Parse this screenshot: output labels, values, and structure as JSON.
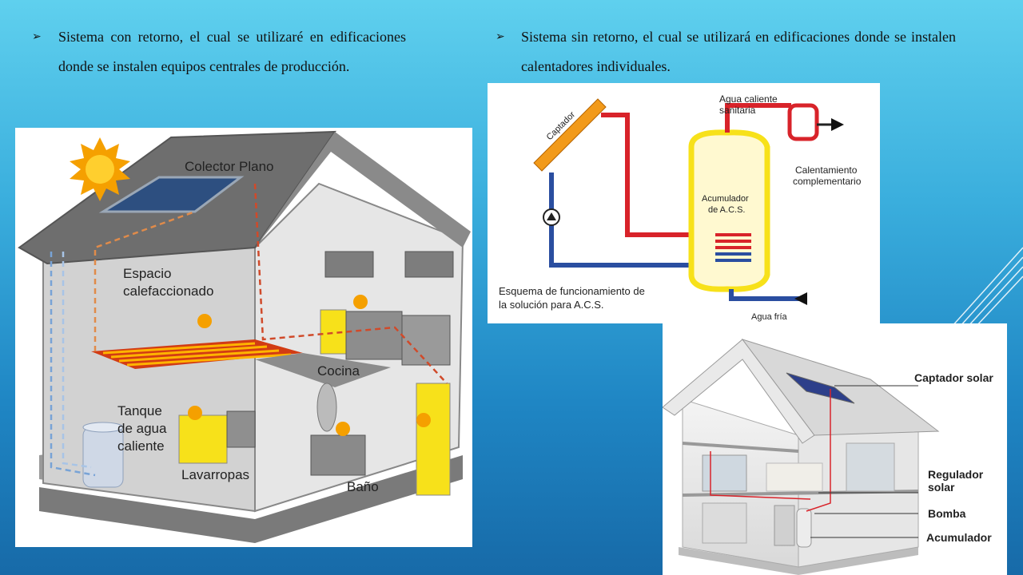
{
  "bullets": [
    {
      "mark": "➢",
      "text": "Sistema con retorno, el cual se utilizaré en edificaciones donde se instalen equipos centrales de producción."
    },
    {
      "mark": "➢",
      "text": "Sistema sin retorno, el cual se utilizará en edificaciones donde se instalen calentadores individuales."
    }
  ],
  "house_diagram": {
    "labels": {
      "collector": "Colector Plano",
      "space1": "Espacio",
      "space2": "calefaccionado",
      "kitchen": "Cocina",
      "tank1": "Tanque",
      "tank2": "de agua",
      "tank3": "caliente",
      "washer": "Lavarropas",
      "bath": "Baño"
    }
  },
  "scheme_diagram": {
    "labels": {
      "collector": "Captador",
      "hot1": "Agua caliente",
      "hot2": "sanitaria",
      "heat1": "Calentamiento",
      "heat2": "complementario",
      "acc1": "Acumulador",
      "acc2": "de A.C.S.",
      "caption1": "Esquema de funcionamiento de",
      "caption2": "la solución para A.C.S.",
      "cold": "Agua fría"
    }
  },
  "house2_diagram": {
    "labels": {
      "collector": "Captador solar",
      "regulator1": "Regulador",
      "regulator2": "solar",
      "pump": "Bomba",
      "accumulator": "Acumulador"
    }
  },
  "colors": {
    "pipe_hot": "#d8232a",
    "pipe_cold": "#2a4ea0",
    "heater": "#f7e11a",
    "sun": "#f5a000"
  }
}
